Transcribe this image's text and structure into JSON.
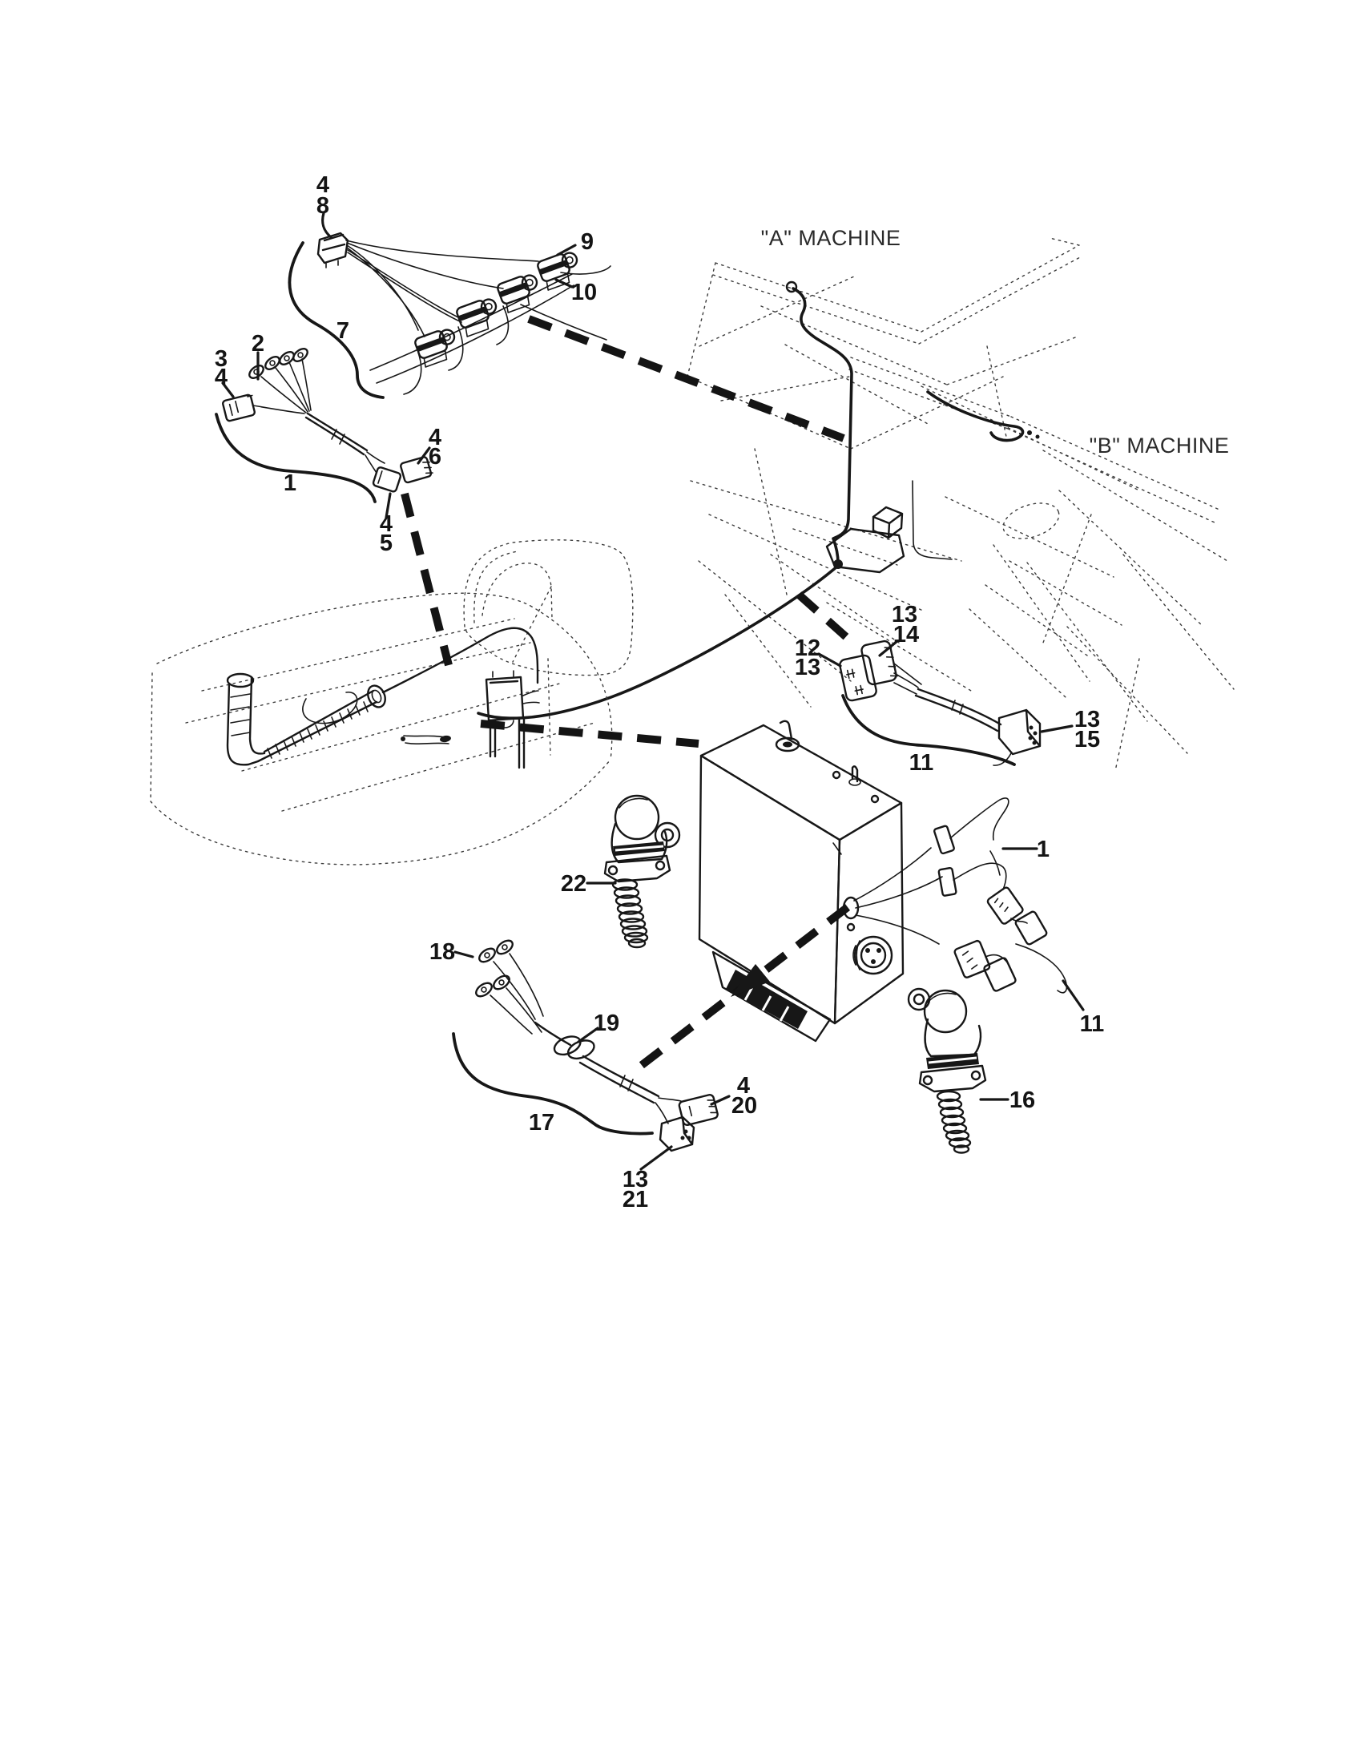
{
  "diagram": {
    "paper_color": "#ffffff",
    "ink_color": "#171717",
    "machine_a_label": "\"A\" MACHINE",
    "machine_b_label": "\"B\" MACHINE",
    "callouts": [
      {
        "id": "top-harness-plug-item-4",
        "text": "4"
      },
      {
        "id": "top-harness-plug-item-8",
        "text": "8"
      },
      {
        "id": "valve-connector-item-9",
        "text": "9"
      },
      {
        "id": "valve-connector-item-10",
        "text": "10"
      },
      {
        "id": "top-harness-item-7",
        "text": "7"
      },
      {
        "id": "ring-terminals-item-2",
        "text": "2"
      },
      {
        "id": "left-connector-item-3",
        "text": "3"
      },
      {
        "id": "left-connector-item-4",
        "text": "4"
      },
      {
        "id": "left-harness-item-1",
        "text": "1"
      },
      {
        "id": "branch-connector-item-4",
        "text": "4"
      },
      {
        "id": "branch-connector-item-6",
        "text": "6"
      },
      {
        "id": "branch-connector-item-4b",
        "text": "4"
      },
      {
        "id": "branch-connector-item-5",
        "text": "5"
      },
      {
        "id": "plate-item-13",
        "text": "13"
      },
      {
        "id": "plate-item-14",
        "text": "14"
      },
      {
        "id": "plate-item-12",
        "text": "12"
      },
      {
        "id": "plate-item-13b",
        "text": "13"
      },
      {
        "id": "mid-connector-item-13",
        "text": "13"
      },
      {
        "id": "mid-connector-item-15",
        "text": "15"
      },
      {
        "id": "mid-harness-item-11",
        "text": "11"
      },
      {
        "id": "elbow-plug-item-22",
        "text": "22"
      },
      {
        "id": "right-harness-item-1",
        "text": "1"
      },
      {
        "id": "right-harness-item-11",
        "text": "11"
      },
      {
        "id": "lower-terminals-item-18",
        "text": "18"
      },
      {
        "id": "grommet-item-19",
        "text": "19"
      },
      {
        "id": "lower-harness-item-17",
        "text": "17"
      },
      {
        "id": "lower-connector-item-4",
        "text": "4"
      },
      {
        "id": "lower-connector-item-20",
        "text": "20"
      },
      {
        "id": "elbow-plug-item-16",
        "text": "16"
      },
      {
        "id": "lower-connector-item-13",
        "text": "13"
      },
      {
        "id": "lower-connector-item-21",
        "text": "21"
      }
    ]
  }
}
